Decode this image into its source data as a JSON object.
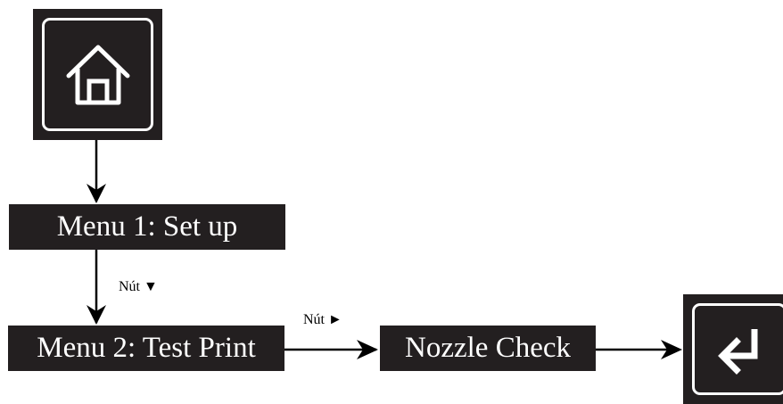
{
  "icons": {
    "home": "home-icon",
    "enter": "enter-return-icon"
  },
  "menu1": {
    "label": "Menu 1: Set up"
  },
  "menu2": {
    "label": "Menu 2: Test Print"
  },
  "nozzle": {
    "label": "Nozzle Check"
  },
  "edges": {
    "down_label": "Nút ▼",
    "right_label": "Nút ►"
  },
  "colors": {
    "box_fill": "#231f20",
    "text": "#ffffff",
    "line": "#000000"
  }
}
